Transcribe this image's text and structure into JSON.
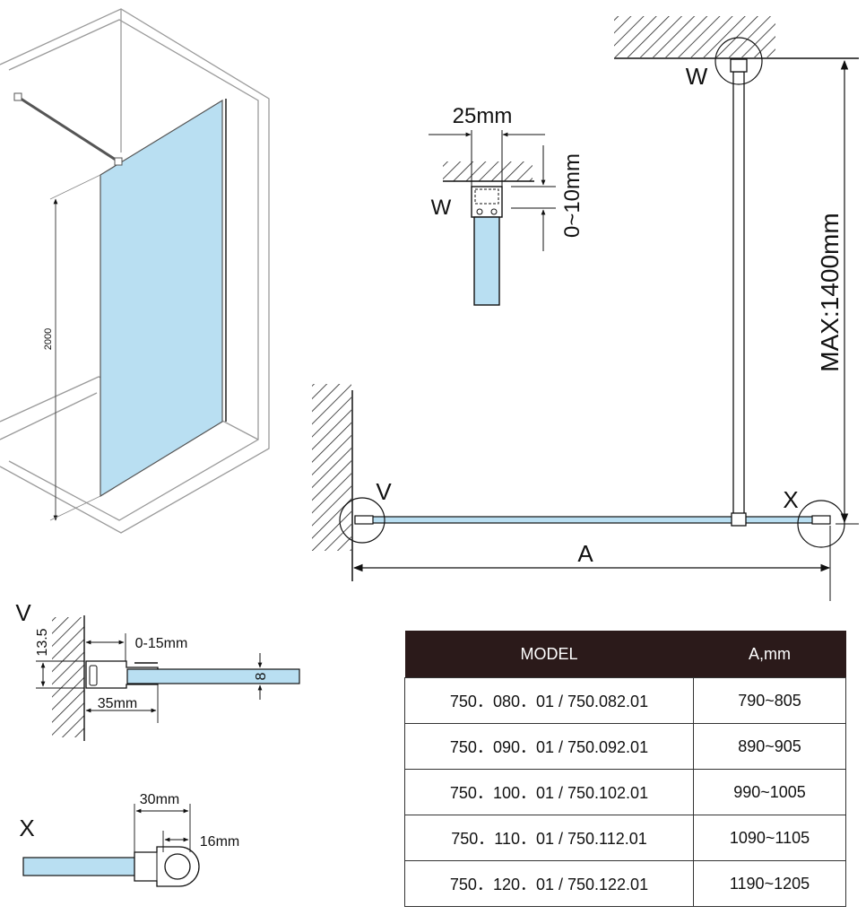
{
  "colors": {
    "glass": "#b9dff2",
    "line": "#222222",
    "light_line": "#9a9a9a",
    "table_header": "#2b1a1a"
  },
  "iso": {
    "height_label": "2000"
  },
  "ceiling_detail": {
    "width_label": "25mm",
    "gap_label": "0~10mm",
    "marker": "W"
  },
  "plan": {
    "marker_w": "W",
    "marker_v": "V",
    "marker_x": "X",
    "max_label": "MAX:1400mm",
    "span_label": "A"
  },
  "detail_v": {
    "marker": "V",
    "dim_13_5": "13.5",
    "dim_gap": "0-15mm",
    "dim_35": "35mm",
    "dim_8": "8"
  },
  "detail_x": {
    "marker": "X",
    "dim_30": "30mm",
    "dim_16": "16mm"
  },
  "table": {
    "headers": [
      "MODEL",
      "A,mm"
    ],
    "rows": [
      [
        "750．080．01 / 750.082.01",
        "790~805"
      ],
      [
        "750．090．01 / 750.092.01",
        "890~905"
      ],
      [
        "750．100．01 / 750.102.01",
        "990~1005"
      ],
      [
        "750．110．01 / 750.112.01",
        "1090~1105"
      ],
      [
        "750．120．01 / 750.122.01",
        "1190~1205"
      ]
    ]
  }
}
